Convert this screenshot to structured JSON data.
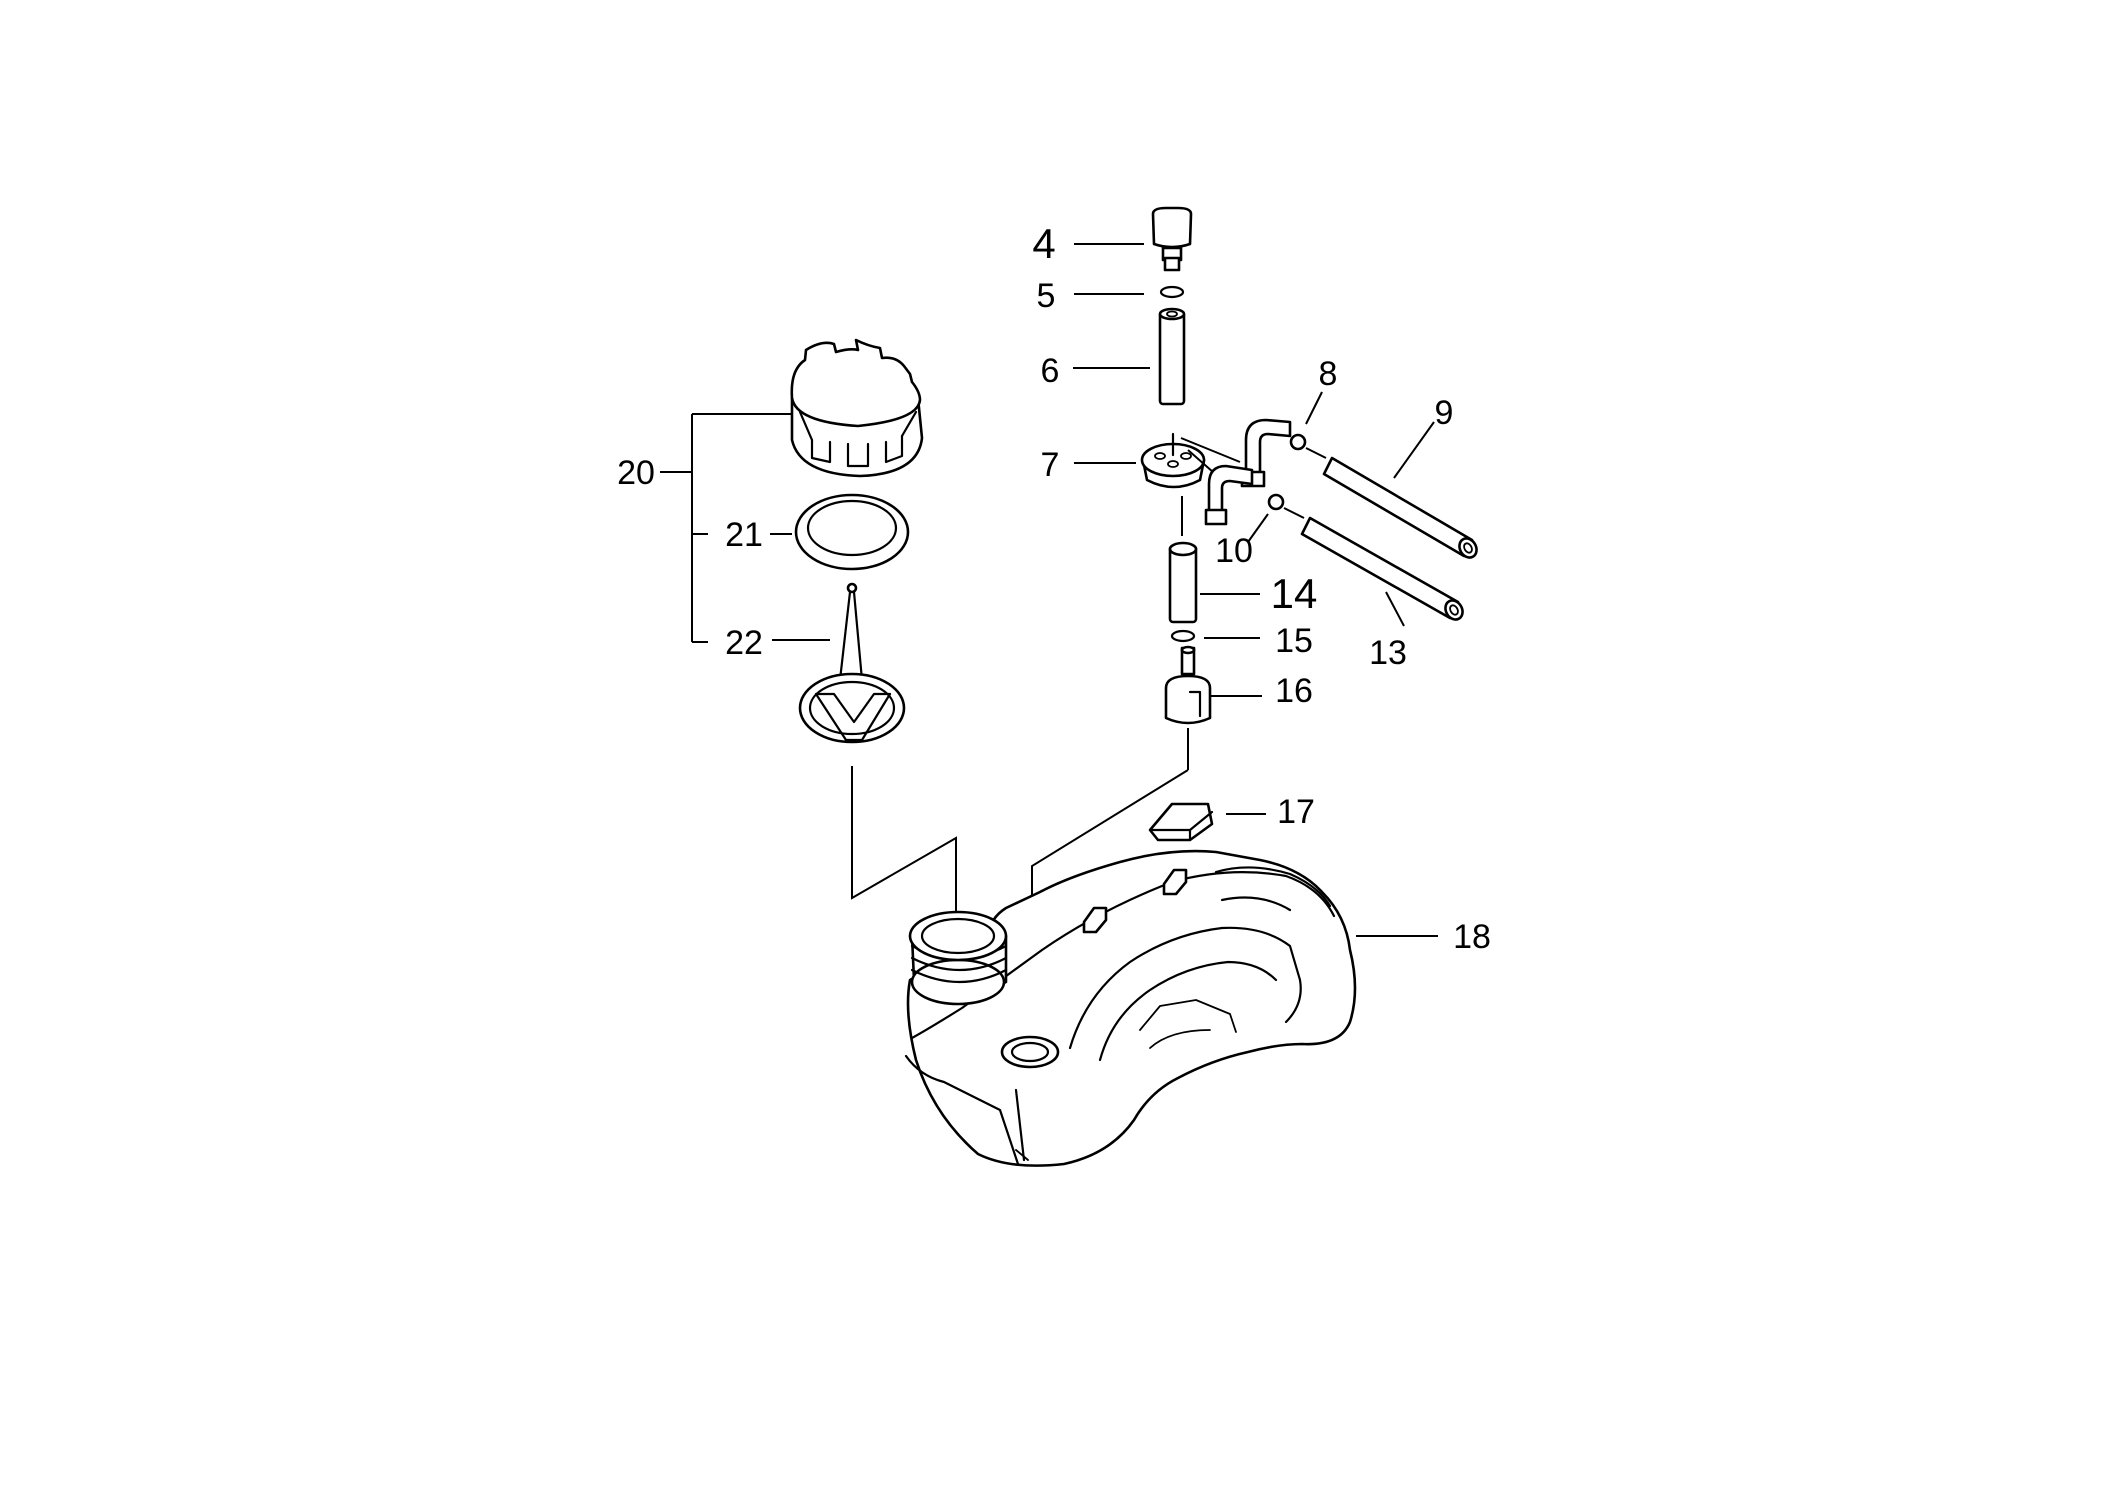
{
  "diagram": {
    "callouts": {
      "c4": "4",
      "c5": "5",
      "c6": "6",
      "c7": "7",
      "c8": "8",
      "c9": "9",
      "c10": "10",
      "c13": "13",
      "c14": "14",
      "c15": "15",
      "c16": "16",
      "c17": "17",
      "c18": "18",
      "c20": "20",
      "c21": "21",
      "c22": "22"
    }
  }
}
